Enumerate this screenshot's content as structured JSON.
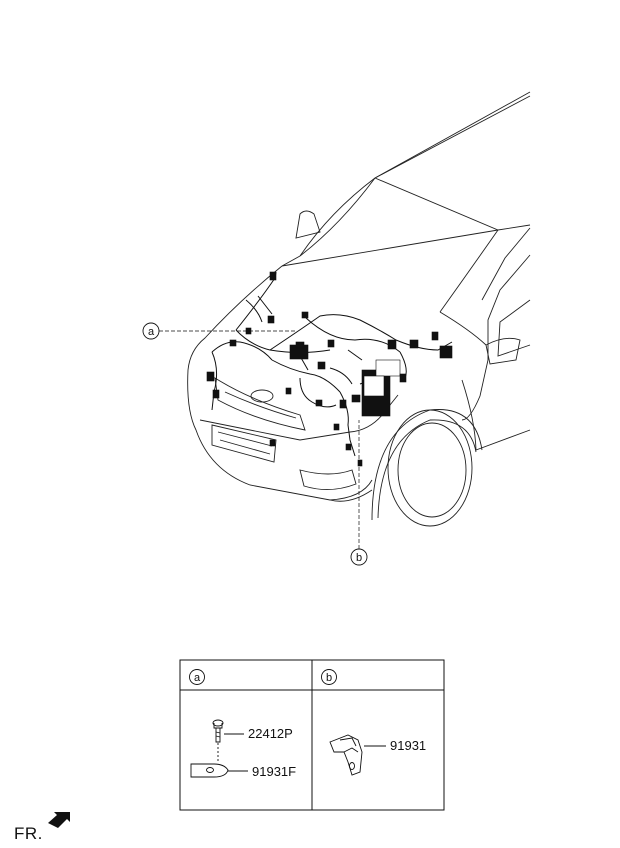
{
  "callouts": {
    "a": "a",
    "b": "b"
  },
  "detail_table": {
    "panel_a": {
      "header": "a",
      "parts": [
        "22412P",
        "91931F"
      ]
    },
    "panel_b": {
      "header": "b",
      "parts": [
        "91931"
      ]
    }
  },
  "footer": {
    "fr_label": "FR."
  }
}
